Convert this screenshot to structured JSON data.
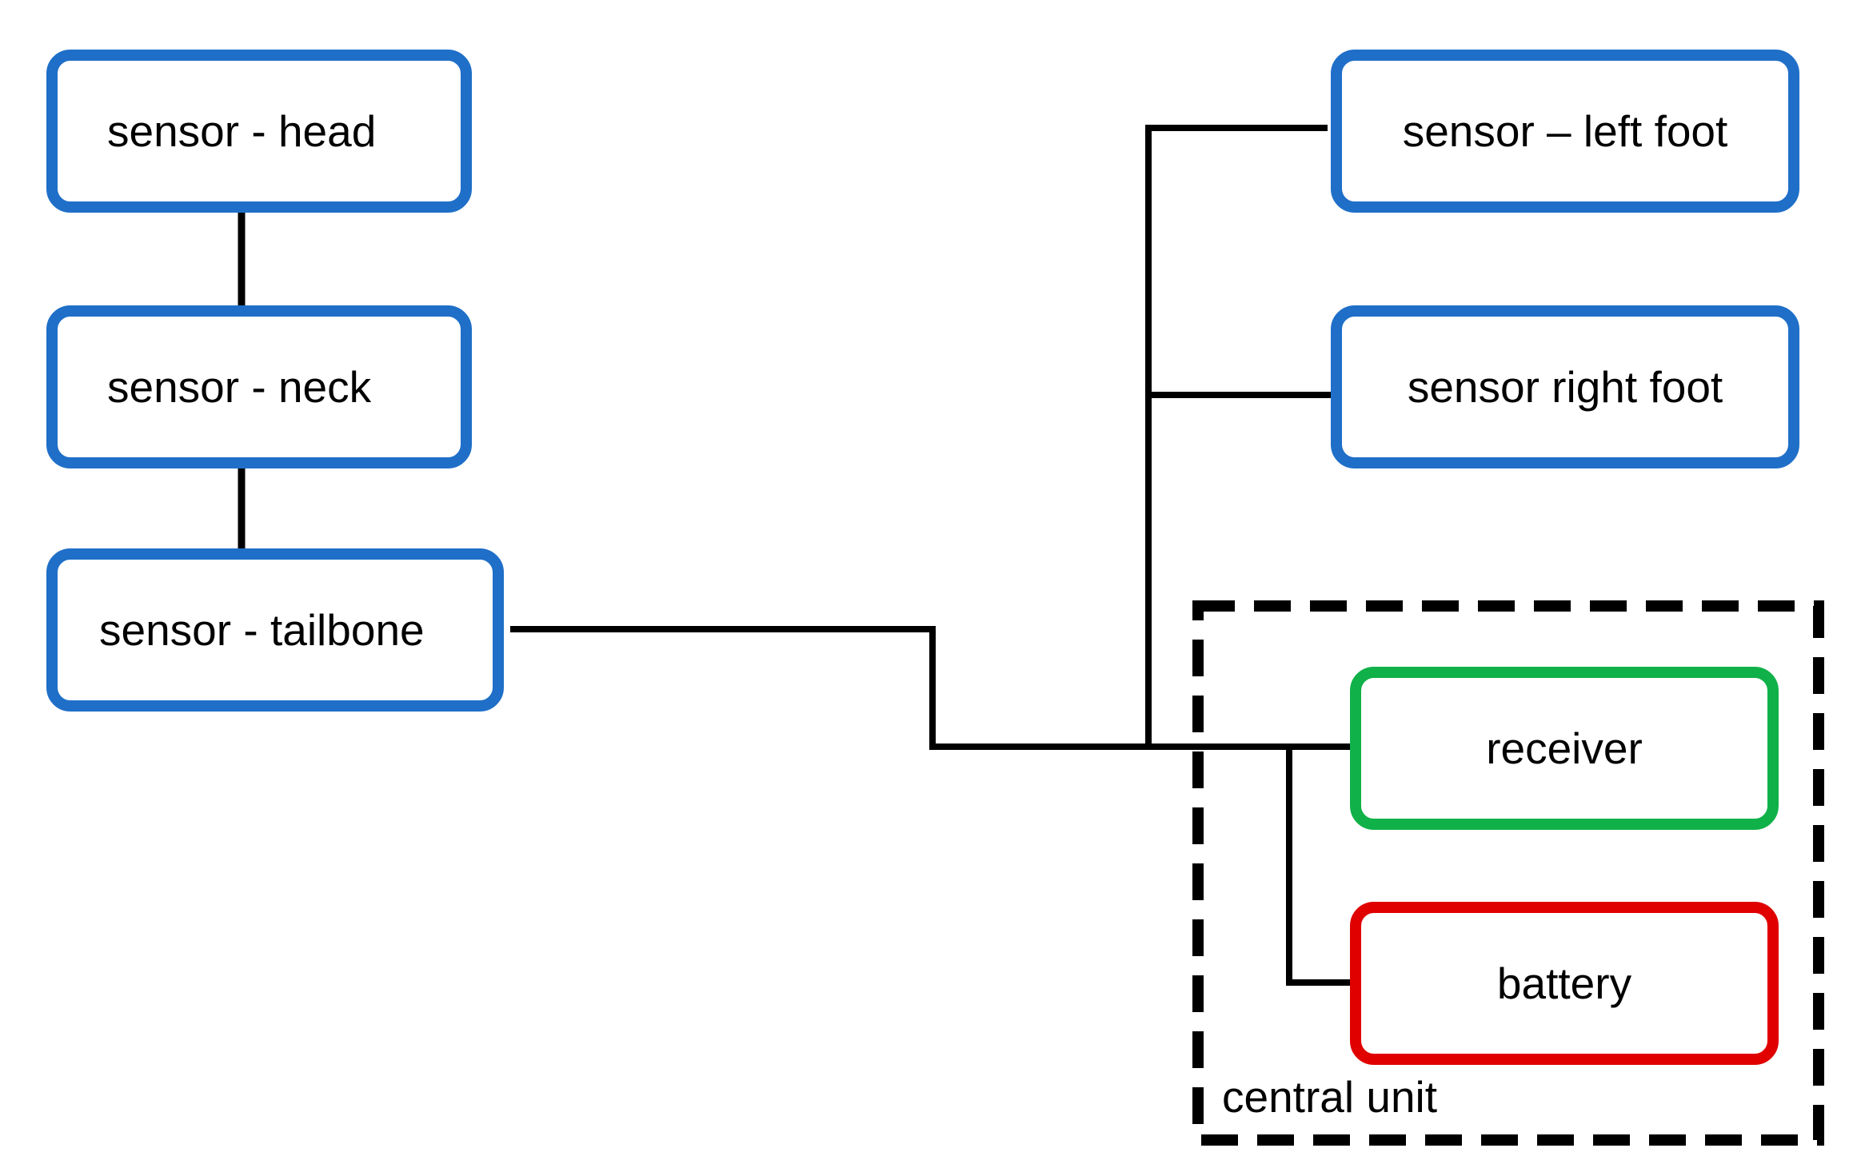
{
  "nodes": {
    "head": "sensor - head",
    "neck": "sensor - neck",
    "tailbone": "sensor - tailbone",
    "left_foot": "sensor – left foot",
    "right_foot": "sensor right foot",
    "receiver": "receiver",
    "battery": "battery"
  },
  "group": {
    "label": "central unit"
  },
  "colors": {
    "sensor_border": "#1f6fc8",
    "receiver_border": "#10b148",
    "battery_border": "#e00000",
    "connector": "#000000"
  }
}
